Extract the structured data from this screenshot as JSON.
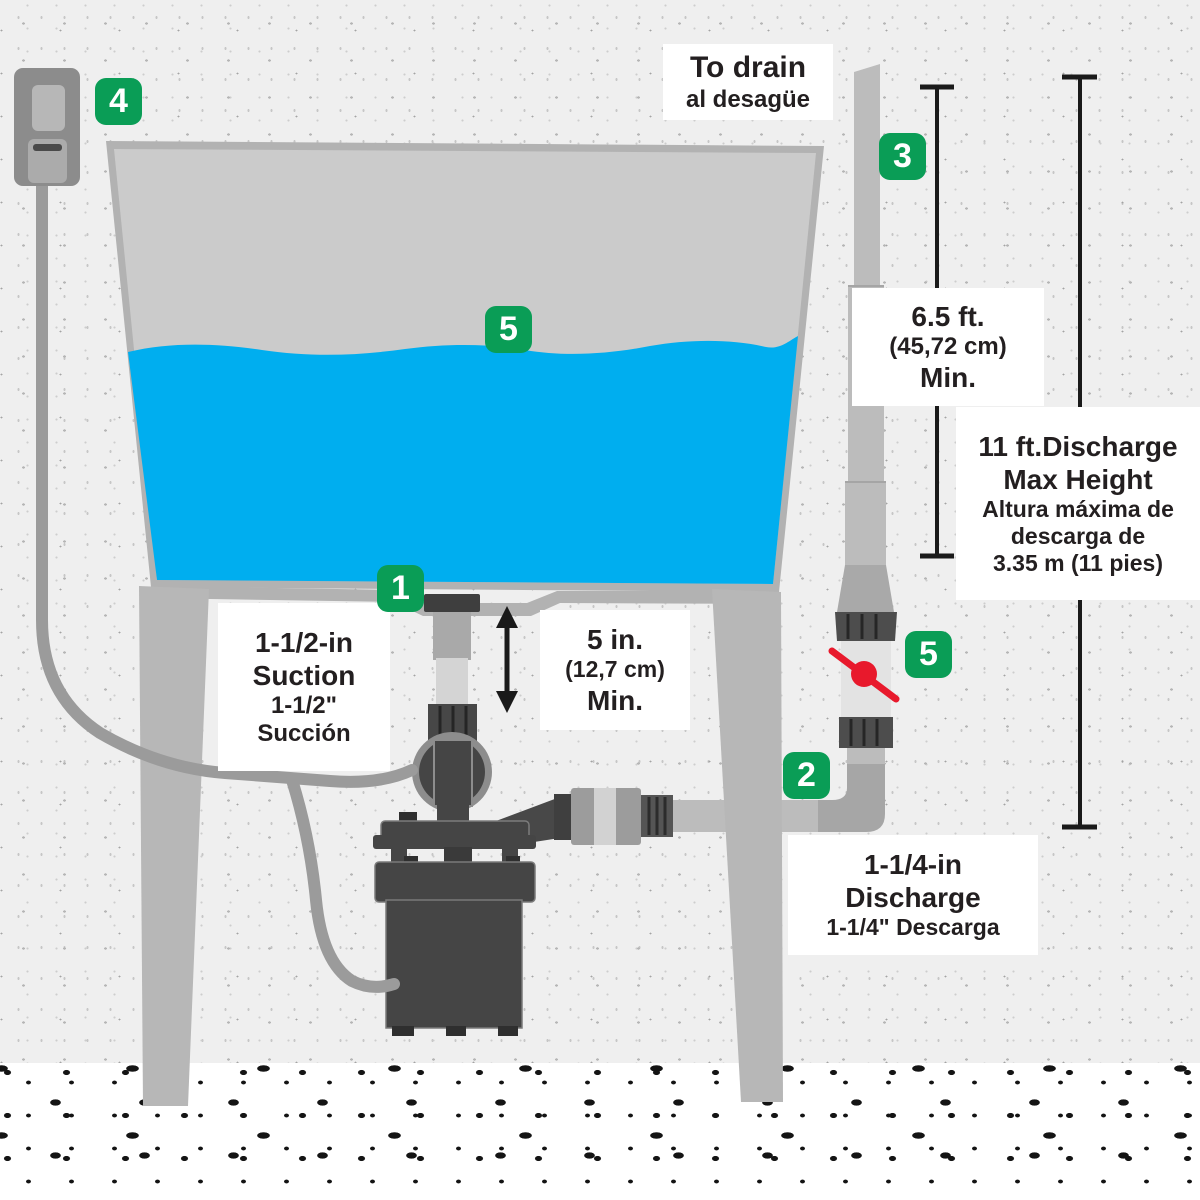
{
  "title": "Utility sink pump installation diagram",
  "badges": {
    "outlet": "4",
    "drain_pipe": "3",
    "water_level": "5",
    "suction_inlet": "1",
    "shutoff_valve": "5",
    "discharge_elbow": "2"
  },
  "labels": {
    "to_drain": {
      "line1": "To drain",
      "line2": "al desagüe"
    },
    "drain_min_height": {
      "line1": "6.5 ft.",
      "line2": "(45,72 cm)",
      "line3": "Min."
    },
    "discharge_max_height": {
      "line1": "11 ft.Discharge",
      "line2": "Max Height",
      "line3": "Altura máxima de",
      "line4": "descarga de",
      "line5": "3.35 m (11 pies)"
    },
    "water_min_depth": {
      "line1": "5 in.",
      "line2": "(12,7 cm)",
      "line3": "Min."
    },
    "suction": {
      "line1": "1-1/2-in",
      "line2": "Suction",
      "line3": "1-1/2\"",
      "line4": "Succión"
    },
    "discharge": {
      "line1": "1-1/4-in",
      "line2": "Discharge",
      "line3": "1-1/4\" Descarga"
    }
  },
  "colors": {
    "badge_green": "#0a9d56",
    "water_blue": "#00aeef",
    "valve_red": "#e8192c"
  }
}
